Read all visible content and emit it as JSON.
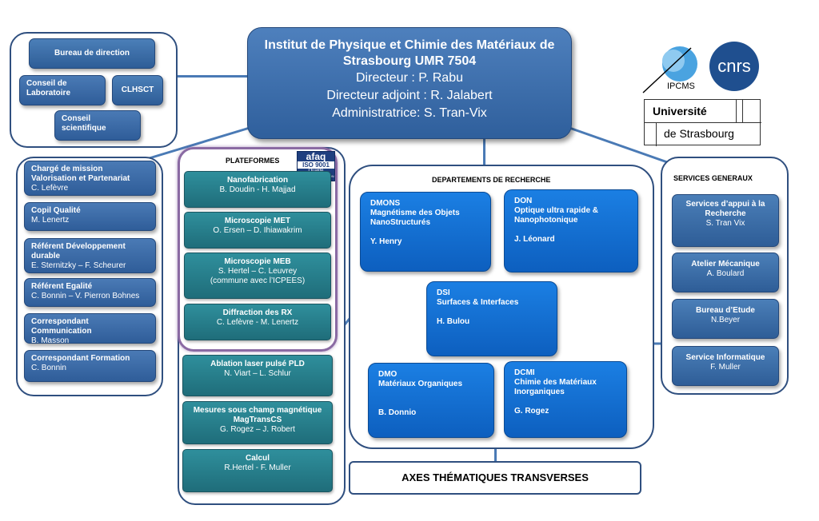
{
  "direction": {
    "title": "Institut de Physique et Chimie des Matériaux de Strasbourg  UMR 7504",
    "director": "Directeur : P. Rabu",
    "deputy": "Directeur adjoint : R. Jalabert",
    "admin": "Administratrice:  S. Tran-Vix"
  },
  "top_left": {
    "bureau": "Bureau de direction",
    "conseil_labo": "Conseil de Laboratoire",
    "clhsct": "CLHSCT",
    "conseil_sci": "Conseil scientifique"
  },
  "left_column": [
    {
      "title": "Chargé de mission Valorisation et Partenariat",
      "person": "C. Lefèvre"
    },
    {
      "title": "Copil Qualité",
      "person": "M. Lenertz"
    },
    {
      "title": "Référent Développement durable",
      "person": "E. Sternitzky – F. Scheurer"
    },
    {
      "title": "Référent Egalité",
      "person": "C. Bonnin – V. Pierron Bohnes"
    },
    {
      "title": "Correspondant Communication",
      "person": "B. Masson"
    },
    {
      "title": "Correspondant Formation",
      "person": "C. Bonnin"
    }
  ],
  "plateformes": {
    "header": "PLATEFORMES",
    "afaq": {
      "brand": "afaq",
      "iso": "ISO 9001",
      "q": "Qualité",
      "cert": "AFNOR CERTIFICATION"
    },
    "items": [
      {
        "title": "Nanofabrication",
        "lines": [
          "B. Doudin - H. Majjad"
        ]
      },
      {
        "title": "Microscopie MET",
        "lines": [
          "O. Ersen – D. Ihiawakrim"
        ]
      },
      {
        "title": "Microscopie  MEB",
        "lines": [
          "S. Hertel – C. Leuvrey",
          "(commune avec l’ICPEES)"
        ]
      },
      {
        "title": "Diffraction des RX",
        "lines": [
          "C. Lefèvre - M. Lenertz"
        ]
      }
    ],
    "extra": [
      {
        "title": "Ablation laser pulsé PLD",
        "lines": [
          "N. Viart – L. Schlur"
        ]
      },
      {
        "title": "Mesures sous champ magnétique MagTransCS",
        "lines": [
          "G. Rogez – J. Robert"
        ]
      },
      {
        "title": "Calcul",
        "lines": [
          "R.Hertel - F. Muller"
        ]
      }
    ]
  },
  "departements": {
    "header": "DEPARTEMENTS DE RECHERCHE",
    "dmons": {
      "title": [
        "DMONS",
        "Magnétisme des Objets",
        "NanoStructurés"
      ],
      "person": "Y. Henry"
    },
    "don": {
      "title": [
        "DON",
        "Optique ultra rapide &",
        "Nanophotonique"
      ],
      "person": "J. Léonard"
    },
    "dsi": {
      "title": [
        "DSI",
        "Surfaces & Interfaces"
      ],
      "person": "H. Bulou"
    },
    "dmo": {
      "title": [
        "DMO",
        "Matériaux Organiques"
      ],
      "person": "B. Donnio"
    },
    "dcmi": {
      "title": [
        "DCMI",
        "Chimie des Matériaux",
        "Inorganiques"
      ],
      "person": "G. Rogez"
    }
  },
  "axes": "AXES THÉMATIQUES TRANSVERSES",
  "services": {
    "header": "SERVICES GENERAUX",
    "items": [
      {
        "title": "Services d’appui à la Recherche",
        "person": "S. Tran Vix"
      },
      {
        "title": "Atelier Mécanique",
        "person": "A. Boulard"
      },
      {
        "title": "Bureau d’Etude",
        "person": "N.Beyer"
      },
      {
        "title": "Service Informatique",
        "person": "F. Muller"
      }
    ]
  },
  "logos": {
    "ipcms": "IPCMS",
    "cnrs": "cnrs",
    "univ1": "Université",
    "univ2": "de Strasbourg"
  },
  "colors": {
    "dark_blue": "#2f5d99",
    "bright_blue": "#1b7fe3",
    "teal": "#2f8f9c",
    "purple_border": "#8a6aa3"
  }
}
